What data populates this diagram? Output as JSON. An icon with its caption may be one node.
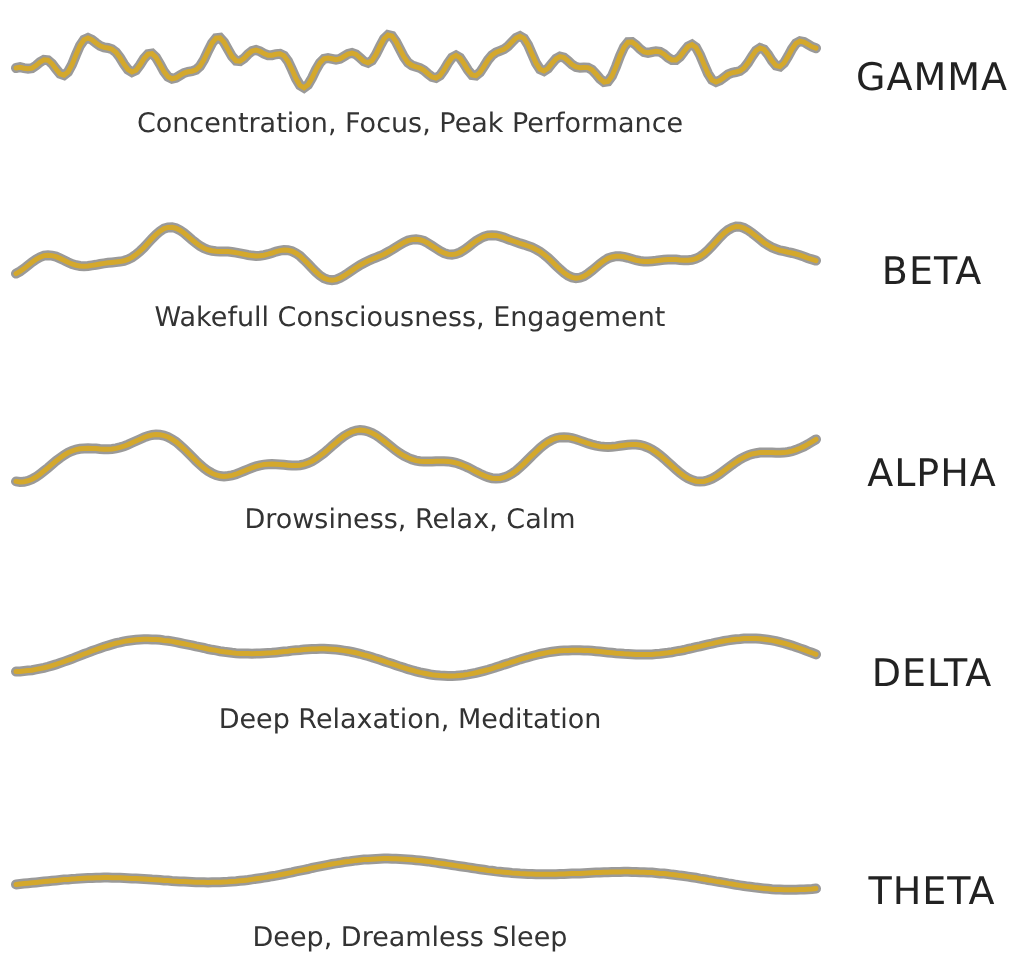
{
  "diagram": {
    "labels": [
      "GAMMA",
      "Concentration, Focus, Peak Performance",
      "BETA",
      "Wakefull Consciousness, Engagement",
      "ALPHA",
      "Drowsiness, Relax, Calm",
      "DELTA",
      "Deep Relaxation, Meditation",
      "THETA",
      "Deep, Dreamless Sleep"
    ]
  }
}
